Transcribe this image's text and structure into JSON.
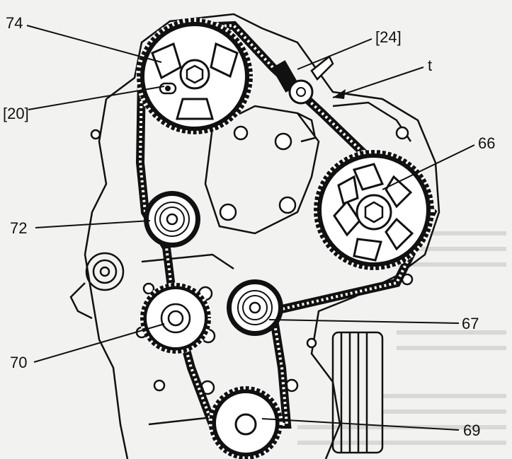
{
  "callouts": {
    "c74": "74",
    "c24": "[24]",
    "ct": "t",
    "c20": "[20]",
    "c66": "66",
    "c72": "72",
    "c67": "67",
    "c70": "70",
    "c69": "69"
  },
  "colors": {
    "ink": "#111111",
    "paper": "#f2f2f0",
    "shade": "#cfcfcf"
  }
}
